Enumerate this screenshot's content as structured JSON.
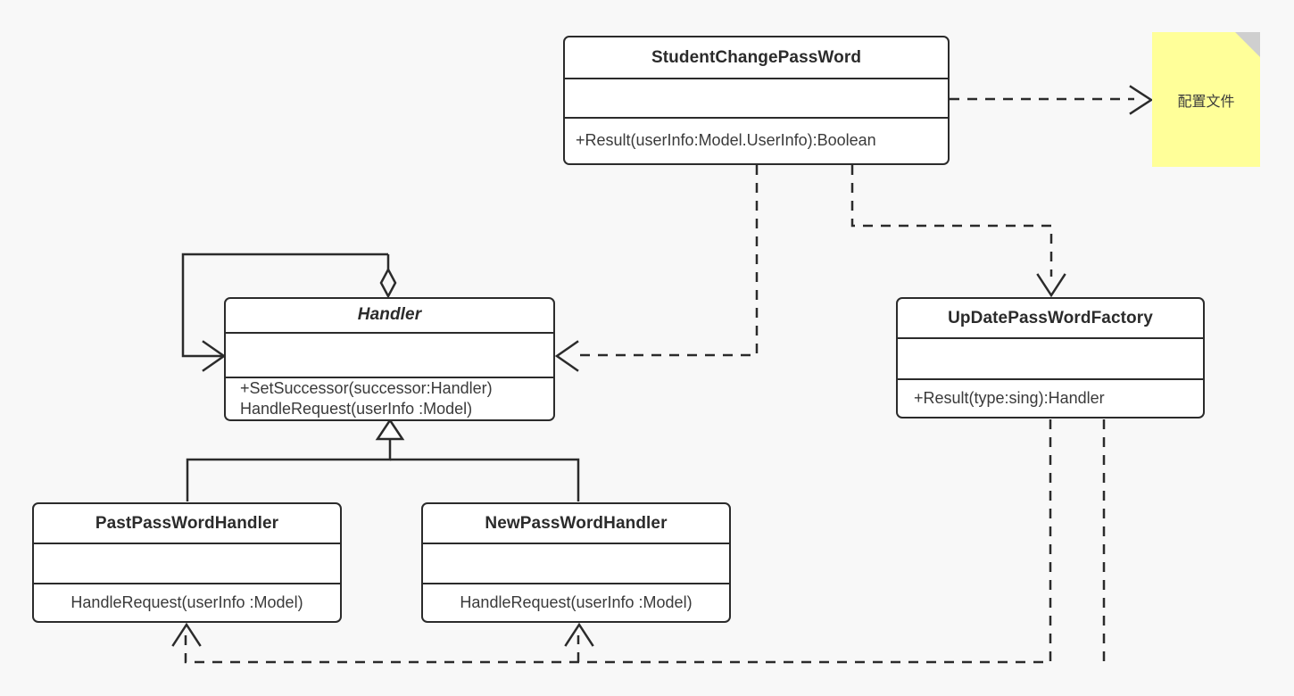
{
  "diagram": {
    "title": "UML Class Diagram - Chain of Responsibility with Factory",
    "background_color": "#f8f8f8",
    "line_color": "#2b2b2b",
    "box_fill": "#ffffff",
    "note_fill": "#ffff99",
    "note_fold_fill": "#cfcfcf"
  },
  "classes": {
    "student_change_password": {
      "name": "StudentChangePassWord",
      "attributes": [],
      "operations": [
        "+Result(userInfo:Model.UserInfo):Boolean"
      ]
    },
    "handler": {
      "name": "Handler",
      "abstract": true,
      "attributes": [],
      "operations": [
        "+SetSuccessor(successor:Handler)",
        "HandleRequest(userInfo :Model)"
      ]
    },
    "update_password_factory": {
      "name": "UpDatePassWordFactory",
      "attributes": [],
      "operations": [
        "+Result(type:sing):Handler"
      ]
    },
    "past_password_handler": {
      "name": "PastPassWordHandler",
      "attributes": [],
      "operations": [
        "HandleRequest(userInfo :Model)"
      ]
    },
    "new_password_handler": {
      "name": "NewPassWordHandler",
      "attributes": [],
      "operations": [
        "HandleRequest(userInfo :Model)"
      ]
    }
  },
  "note": {
    "text": "配置文件"
  },
  "relationships": [
    {
      "type": "aggregation",
      "from": "handler",
      "to": "handler",
      "style": "solid",
      "label": ""
    },
    {
      "type": "generalization",
      "from": "past_password_handler",
      "to": "handler",
      "style": "solid",
      "label": ""
    },
    {
      "type": "generalization",
      "from": "new_password_handler",
      "to": "handler",
      "style": "solid",
      "label": ""
    },
    {
      "type": "dependency",
      "from": "student_change_password",
      "to": "handler",
      "style": "dashed",
      "label": ""
    },
    {
      "type": "dependency",
      "from": "student_change_password",
      "to": "update_password_factory",
      "style": "dashed",
      "label": ""
    },
    {
      "type": "dependency",
      "from": "student_change_password",
      "to": "note",
      "style": "dashed",
      "label": ""
    },
    {
      "type": "dependency",
      "from": "update_password_factory",
      "to": "past_password_handler",
      "style": "dashed",
      "label": ""
    },
    {
      "type": "dependency",
      "from": "update_password_factory",
      "to": "new_password_handler",
      "style": "dashed",
      "label": ""
    }
  ]
}
